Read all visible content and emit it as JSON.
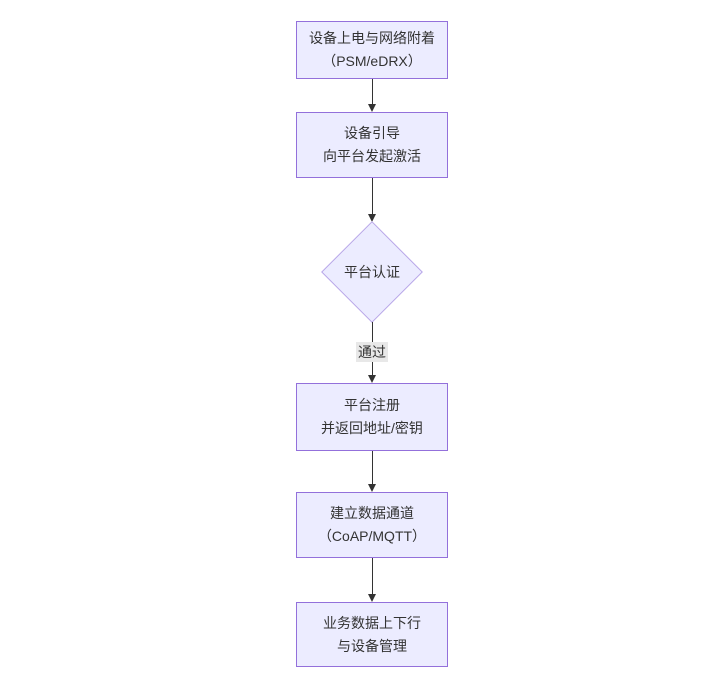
{
  "diagram": {
    "type": "flowchart-vertical",
    "colors": {
      "background": "#ffffff",
      "node_fill": "#ececff",
      "node_border": "#9370db",
      "text": "#333333",
      "edge": "#333333",
      "edge_label_bg": "#e8e8e8"
    },
    "nodes": [
      {
        "shape": "rect",
        "lines": [
          "设备上电与网络附着",
          "（PSM/eDRX）"
        ]
      },
      {
        "shape": "rect",
        "lines": [
          "设备引导",
          "向平台发起激活"
        ]
      },
      {
        "shape": "diamond",
        "lines": [
          "平台认证"
        ]
      },
      {
        "shape": "rect",
        "lines": [
          "平台注册",
          "并返回地址/密钥"
        ]
      },
      {
        "shape": "rect",
        "lines": [
          "建立数据通道",
          "（CoAP/MQTT）"
        ]
      },
      {
        "shape": "rect",
        "lines": [
          "业务数据上下行",
          "与设备管理"
        ]
      }
    ],
    "edges": [
      {
        "from": 0,
        "to": 1,
        "label": ""
      },
      {
        "from": 1,
        "to": 2,
        "label": ""
      },
      {
        "from": 2,
        "to": 3,
        "label": "通过"
      },
      {
        "from": 3,
        "to": 4,
        "label": ""
      },
      {
        "from": 4,
        "to": 5,
        "label": ""
      }
    ]
  }
}
